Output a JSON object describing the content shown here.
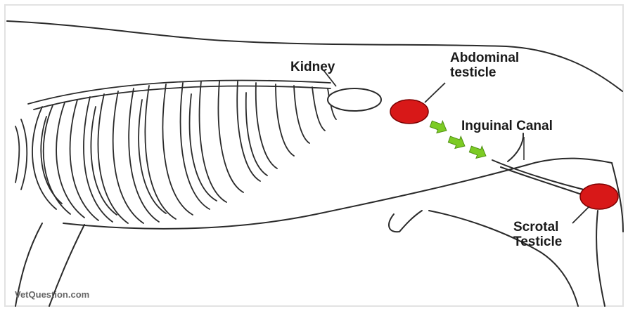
{
  "labels": {
    "kidney": "Kidney",
    "abdominal_testicle": [
      "Abdominal",
      "testicle"
    ],
    "inguinal_canal": "Inguinal Canal",
    "scrotal_testicle": [
      "Scrotal",
      "Testicle"
    ]
  },
  "watermark": "VetQuestion.com",
  "colors": {
    "testicle": "#d81818",
    "arrow": "#7ccb24",
    "outline": "#2a2a2a"
  }
}
